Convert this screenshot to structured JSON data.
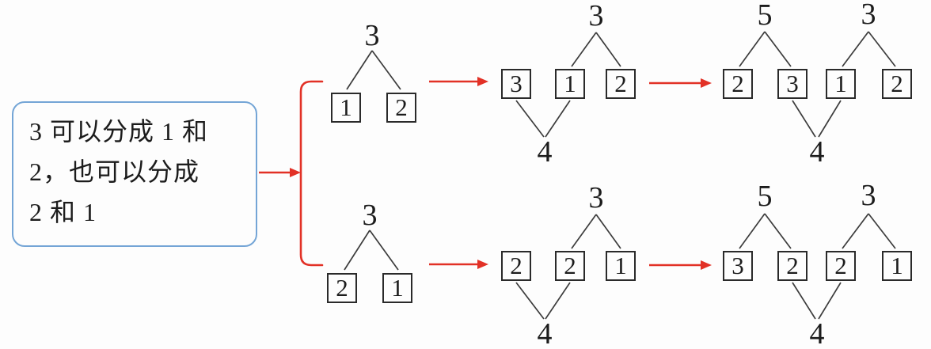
{
  "colors": {
    "arrow_red": "#e23126",
    "note_border": "#74a5d6",
    "ink": "#1c1c1c",
    "connector": "#3c3c3c",
    "background": "#fdfdfd"
  },
  "note": {
    "lines": [
      "3 可以分成 1 和",
      "2，也可以分成",
      "2 和 1"
    ]
  },
  "diagrams": {
    "split_top": {
      "root": "3",
      "parts": [
        "1",
        "2"
      ]
    },
    "split_bottom": {
      "root": "3",
      "parts": [
        "2",
        "1"
      ]
    },
    "mid_top": {
      "root": "3",
      "cells": [
        "3",
        "1",
        "2"
      ],
      "sum": "4"
    },
    "mid_bottom": {
      "root": "3",
      "cells": [
        "2",
        "2",
        "1"
      ],
      "sum": "4"
    },
    "right_top": {
      "roots": [
        "5",
        "3"
      ],
      "cells": [
        "2",
        "3",
        "1",
        "2"
      ],
      "sum": "4"
    },
    "right_bottom": {
      "roots": [
        "5",
        "3"
      ],
      "cells": [
        "3",
        "2",
        "2",
        "1"
      ],
      "sum": "4"
    }
  }
}
